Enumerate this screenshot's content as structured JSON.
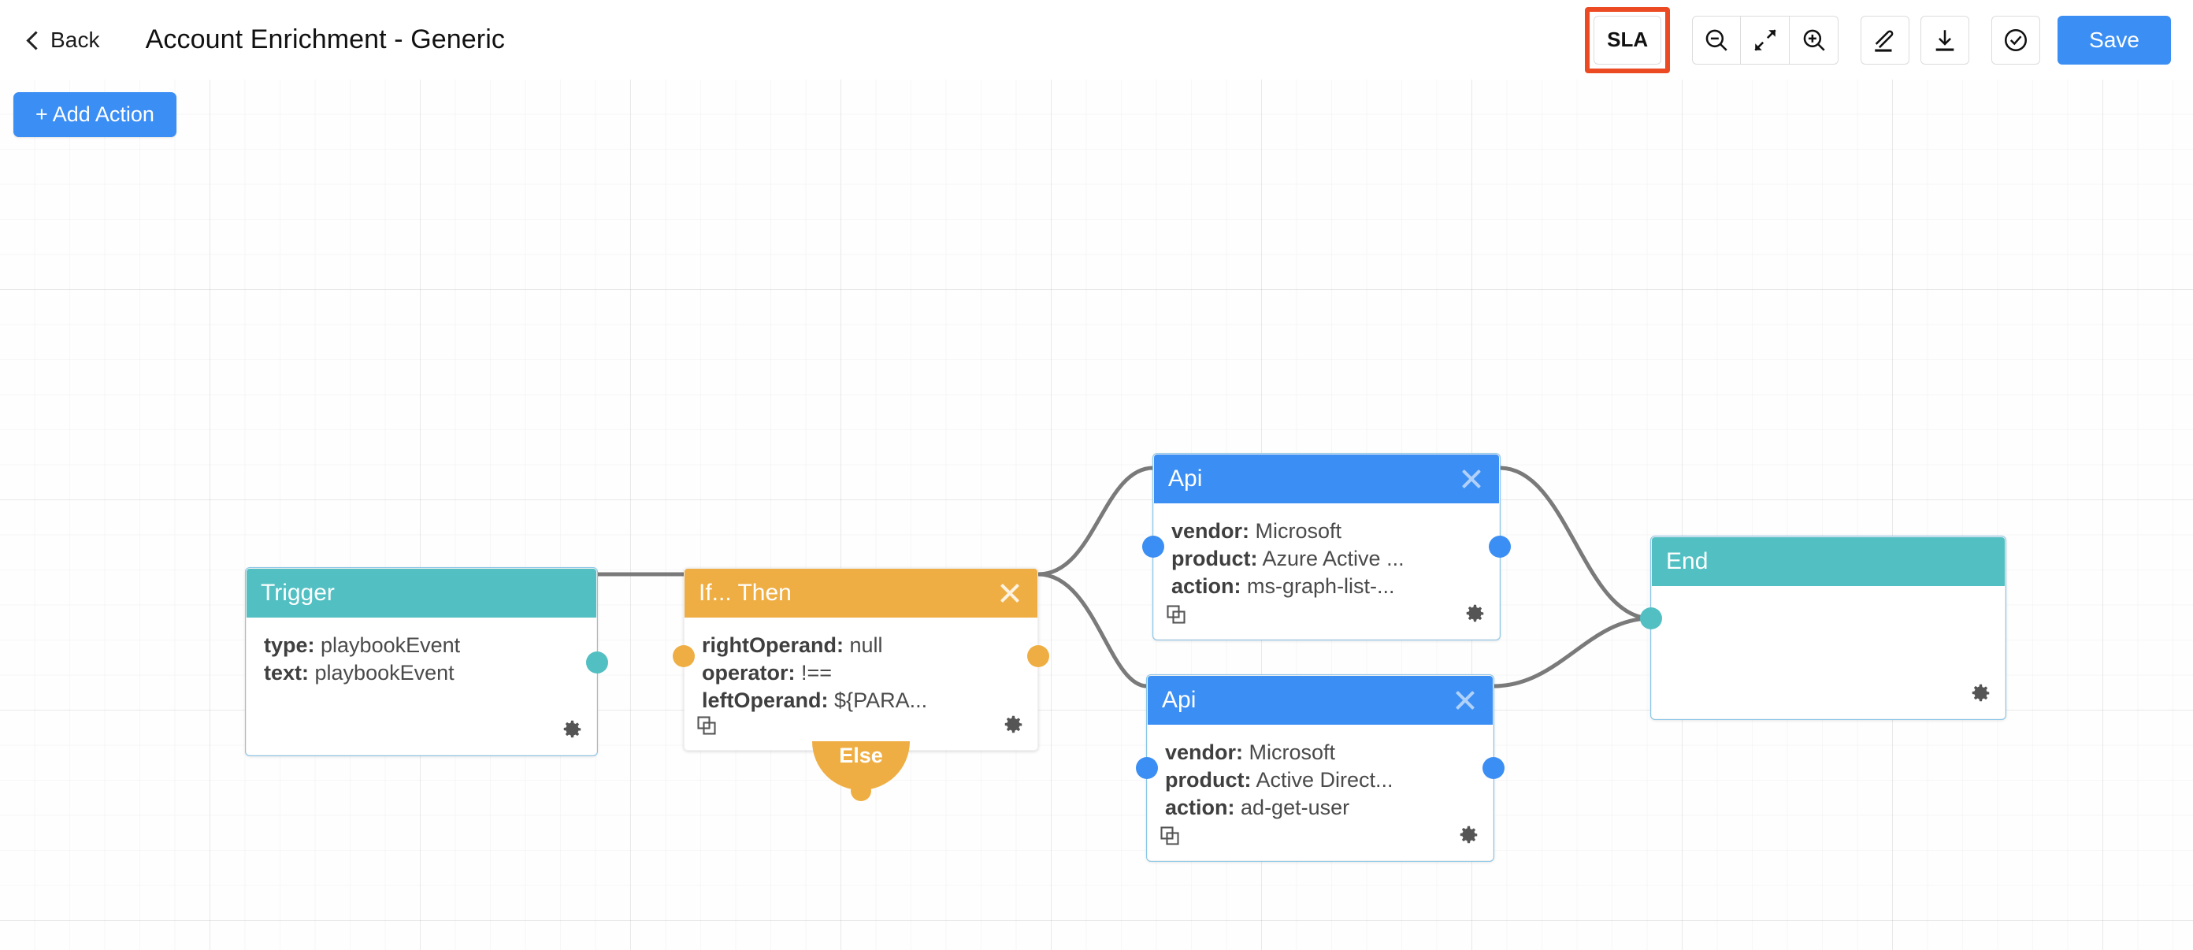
{
  "header": {
    "back_label": "Back",
    "back_icon": "chevron-left-icon",
    "title": "Account Enrichment - Generic",
    "sla_label": "SLA",
    "sla_highlight_color": "#ec4a22",
    "zoom_out_icon": "zoom-out-icon",
    "fit_screen_icon": "fit-screen-icon",
    "zoom_in_icon": "zoom-in-icon",
    "edit_icon": "pencil-edit-icon",
    "download_icon": "download-icon",
    "validate_icon": "check-circle-icon",
    "save_label": "Save",
    "save_color": "#3b8ef3"
  },
  "canvas": {
    "add_action_label": "+ Add Action",
    "grid": true
  },
  "colors": {
    "trigger_teal": "#52bfc2",
    "condition_orange": "#efae43",
    "api_blue": "#3b8ef3",
    "edge_gray": "#7a7a7a"
  },
  "nodes": [
    {
      "id": "trigger",
      "title": "Trigger",
      "header_color": "#52bfc2",
      "closable": false,
      "has_copy": false,
      "rows": [
        {
          "key": "type:",
          "value": "playbookEvent"
        },
        {
          "key": "text:",
          "value": "playbookEvent"
        }
      ],
      "gear_icon": "gear-icon"
    },
    {
      "id": "if-then",
      "title": "If... Then",
      "header_color": "#efae43",
      "closable": true,
      "has_copy": true,
      "else_label": "Else",
      "rows": [
        {
          "key": "rightOperand:",
          "value": "null"
        },
        {
          "key": "operator:",
          "value": "!=="
        },
        {
          "key": "leftOperand:",
          "value": "${PARA..."
        }
      ],
      "gear_icon": "gear-icon",
      "copy_icon": "copy-icon",
      "close_icon": "close-icon"
    },
    {
      "id": "api-1",
      "title": "Api",
      "header_color": "#3b8ef3",
      "closable": true,
      "has_copy": true,
      "rows": [
        {
          "key": "vendor:",
          "value": "Microsoft"
        },
        {
          "key": "product:",
          "value": "Azure Active ..."
        },
        {
          "key": "action:",
          "value": "ms-graph-list-..."
        }
      ],
      "gear_icon": "gear-icon",
      "copy_icon": "copy-icon",
      "close_icon": "close-icon"
    },
    {
      "id": "api-2",
      "title": "Api",
      "header_color": "#3b8ef3",
      "closable": true,
      "has_copy": true,
      "rows": [
        {
          "key": "vendor:",
          "value": "Microsoft"
        },
        {
          "key": "product:",
          "value": "Active Direct..."
        },
        {
          "key": "action:",
          "value": "ad-get-user"
        }
      ],
      "gear_icon": "gear-icon",
      "copy_icon": "copy-icon",
      "close_icon": "close-icon"
    },
    {
      "id": "end",
      "title": "End",
      "header_color": "#52bfc2",
      "closable": false,
      "has_copy": false,
      "rows": [],
      "gear_icon": "gear-icon"
    }
  ],
  "edges": [
    {
      "from": "trigger",
      "to": "if-then"
    },
    {
      "from": "if-then",
      "to": "api-1"
    },
    {
      "from": "if-then",
      "to": "api-2"
    },
    {
      "from": "api-1",
      "to": "end"
    },
    {
      "from": "api-2",
      "to": "end"
    }
  ]
}
